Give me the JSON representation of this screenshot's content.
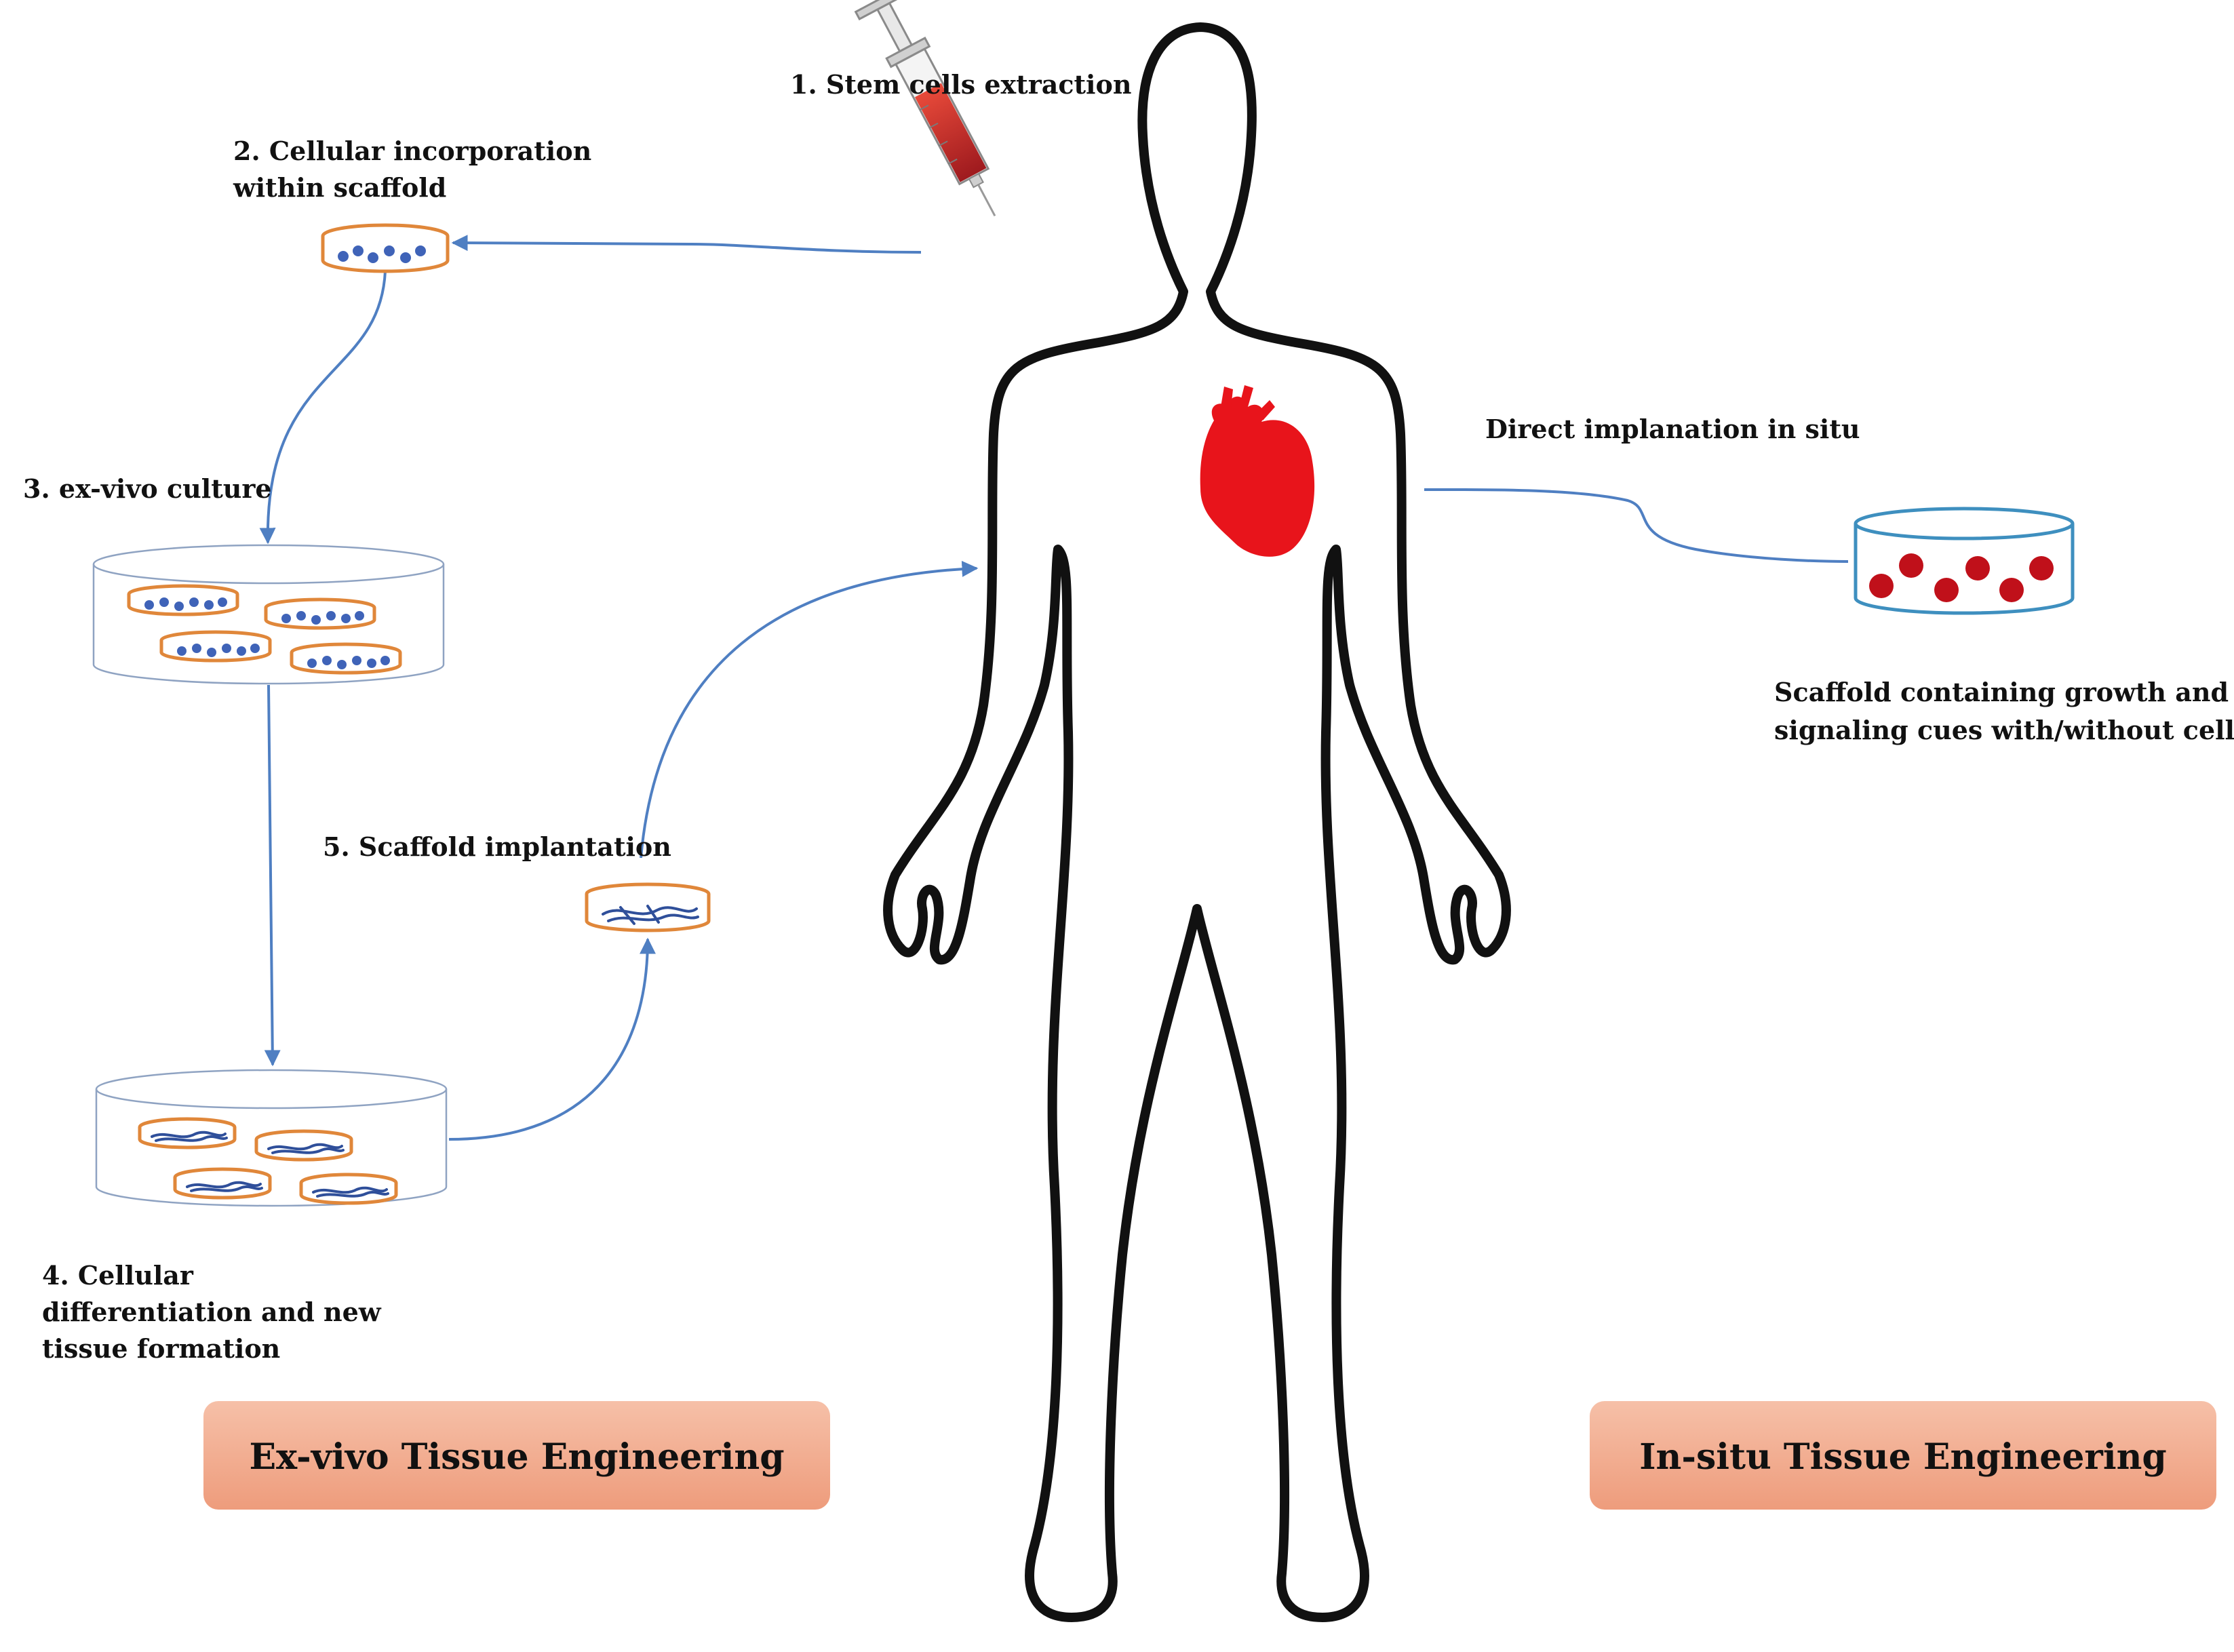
{
  "labels": {
    "step1": "1. Stem cells extraction",
    "step2_line1": "2. Cellular incorporation",
    "step2_line2": "within scaffold",
    "step3": "3. ex-vivo culture",
    "step4_line1": "4. Cellular",
    "step4_line2": "differentiation and new",
    "step4_line3": "tissue formation",
    "step5": "5. Scaffold implantation",
    "direct": "Direct implanation in situ",
    "scaffold_line1": "Scaffold containing growth and",
    "scaffold_line2": "signaling cues with/without cells"
  },
  "banners": {
    "exvivo": "Ex-vivo Tissue Engineering",
    "insitu": "In-situ Tissue Engineering"
  },
  "colors": {
    "arrow": "#4f7fc2",
    "dish_outline": "#e0873a",
    "cells": "#3f63b8",
    "heart": "#e8141b",
    "blood": "#c0282b",
    "scaffold_cells": "#c0101a",
    "banner_fill": "#f2a98a",
    "body_outline": "#111111"
  },
  "icons": {
    "syringe": "syringe-icon",
    "heart": "heart-icon"
  }
}
